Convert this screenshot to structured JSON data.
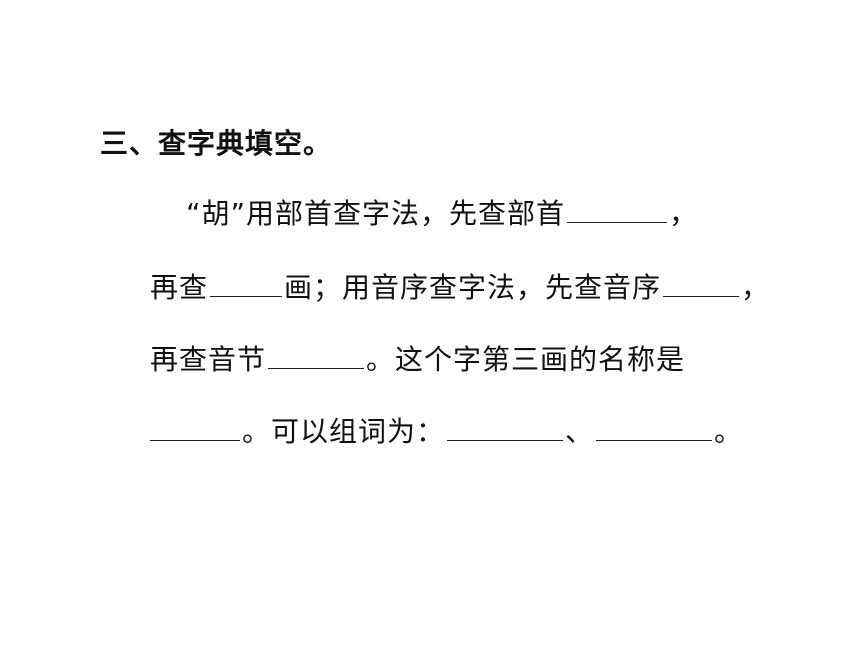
{
  "title": "三、查字典填空。",
  "lines": [
    {
      "t1": "“胡”用部首查字法，先查部首",
      "t2": "，"
    },
    {
      "t1": "再查",
      "t2": "画；用音序查字法，先查音序",
      "t3": "，"
    },
    {
      "t1": "再查音节",
      "t2": "。这个字第三画的名称是"
    },
    {
      "t1": "。可以组词为：",
      "t2": "、",
      "t3": "。"
    }
  ]
}
